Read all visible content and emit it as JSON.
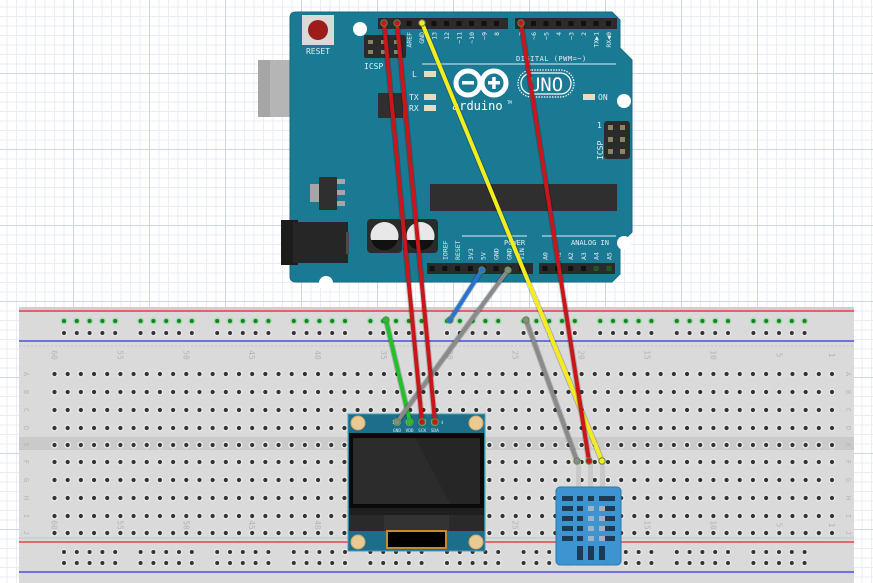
{
  "view": "Fritzing breadboard view",
  "arduino": {
    "name": "Arduino Uno",
    "logo_text": "arduino",
    "model_text": "UNO",
    "tm": "TM",
    "reset_label": "RESET",
    "icsp_label": "ICSP",
    "icsp2_label": "ICSP",
    "icsp2_pin1": "1",
    "digital_header_label": "DIGITAL (PWM=~)",
    "power_header_label": "POWER",
    "analog_header_label": "ANALOG IN",
    "led_labels": {
      "l": "L",
      "tx": "TX",
      "rx": "RX",
      "on": "ON"
    },
    "top_pins_left": [
      "",
      "",
      "AREF",
      "GND",
      "13",
      "12",
      "~11",
      "~10",
      "~9",
      "8"
    ],
    "top_pins_right": [
      "7",
      "~6",
      "~5",
      "4",
      "~3",
      "2",
      "TX▶1",
      "RX◀0"
    ],
    "bottom_pins_power": [
      "",
      "IOREF",
      "RESET",
      "3V3",
      "5V",
      "GND",
      "GND",
      "VIN"
    ],
    "bottom_pins_analog": [
      "A0",
      "A1",
      "A2",
      "A3",
      "A4",
      "A5"
    ]
  },
  "breadboard": {
    "row_letters_top": [
      "A",
      "B",
      "C",
      "D",
      "E"
    ],
    "row_letters_bottom": [
      "F",
      "G",
      "H",
      "I",
      "J"
    ],
    "column_numbers": [
      "60",
      "55",
      "50",
      "45",
      "40",
      "35",
      "30",
      "25",
      "20",
      "15",
      "10",
      "5",
      "1"
    ],
    "rail_colors": {
      "positive": "#e8262b",
      "negative": "#2b35e8"
    }
  },
  "oled": {
    "name": "OLED display module",
    "pin_number_first": "1",
    "pin_number_last": "4",
    "pins": [
      "GND",
      "VDD",
      "SCK",
      "SDA"
    ]
  },
  "dht": {
    "name": "DHT11 temperature & humidity sensor"
  },
  "wires": [
    {
      "id": "wire-red-1",
      "color": "#c8161b",
      "from": "Arduino SCL header pin",
      "to": "OLED SCK"
    },
    {
      "id": "wire-red-2",
      "color": "#c8161b",
      "from": "Arduino SDA header pin",
      "to": "OLED SDA"
    },
    {
      "id": "wire-yellow",
      "color": "#f4ec1e",
      "from": "Arduino GND header",
      "to": "DHT11 pin"
    },
    {
      "id": "wire-red-3",
      "color": "#c8161b",
      "from": "Arduino digital pin 7",
      "to": "DHT11 data pin"
    },
    {
      "id": "wire-blue",
      "color": "#2874d0",
      "from": "Arduino 5V",
      "to": "breadboard rail"
    },
    {
      "id": "wire-gray-1",
      "color": "#8a8a8a",
      "from": "Arduino GND",
      "to": "OLED GND"
    },
    {
      "id": "wire-gray-2",
      "color": "#8a8a8a",
      "from": "breadboard rail",
      "to": "DHT11 pin"
    },
    {
      "id": "wire-green",
      "color": "#22c02a",
      "from": "breadboard rail",
      "to": "OLED VDD"
    }
  ],
  "colors": {
    "arduino_board": "#1a7a94",
    "breadboard": "#dadada",
    "oled_pcb": "#1d6e8a",
    "dht_body": "#3d94d0"
  }
}
